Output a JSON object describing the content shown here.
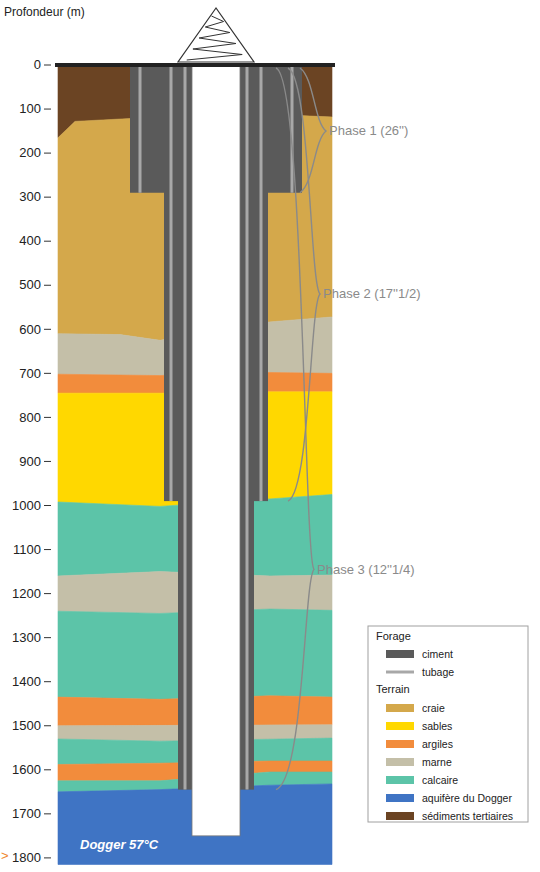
{
  "diagram": {
    "labels": [
      "Profondeur (m)",
      "0",
      "100",
      "200",
      "300",
      "400",
      "500",
      "600",
      "700",
      "800",
      "900",
      "1000",
      "1100",
      "1200",
      "1300",
      "1400",
      "1500",
      "1600",
      "1700",
      "1800",
      "Phase 1 (26'')",
      "Phase 2 (17''1/2)",
      "Phase 3 (12''1/4)",
      "Forage",
      "Terrain",
      "Dogger 57°C",
      ">"
    ],
    "legend": [
      {
        "text": "ciment",
        "color": "#5a5a5a"
      },
      {
        "text": "tubage"
      },
      {
        "text": "craie",
        "color": "#d4a84b"
      },
      {
        "text": "sables",
        "color": "#ffd800"
      },
      {
        "text": "argiles",
        "color": "#f28c3c"
      },
      {
        "text": "marne",
        "color": "#c4bfa8"
      },
      {
        "text": "calcaire",
        "color": "#5cc4a8"
      },
      {
        "text": "aquifère du Dogger",
        "color": "#3f74c4"
      },
      {
        "text": "sédiments tertiaires",
        "color": "#6b4423"
      }
    ]
  }
}
